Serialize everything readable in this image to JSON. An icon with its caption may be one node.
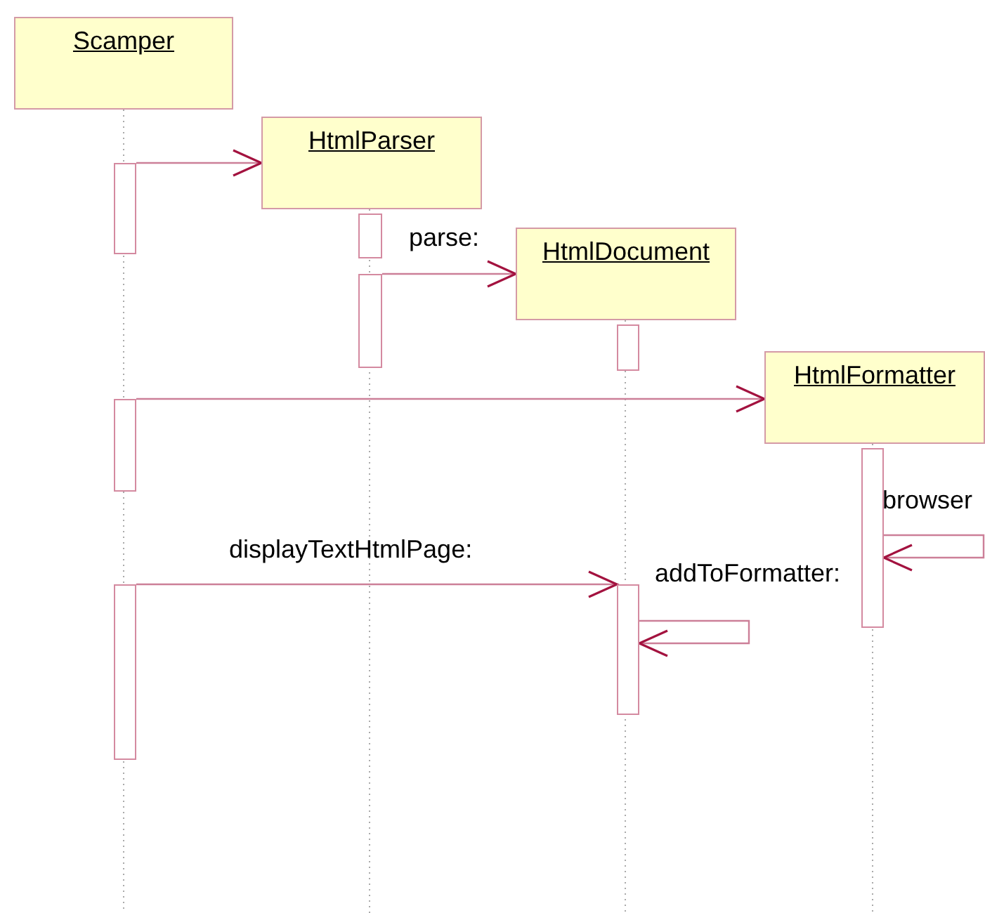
{
  "diagram": {
    "nodes": [
      {
        "text": [
          "Scamper"
        ]
      },
      {
        "text": [
          "HtmlParser"
        ]
      },
      {
        "text": [
          "HtmlDocument"
        ]
      },
      {
        "text": [
          "HtmlFormatter"
        ]
      },
      {
        "text": [],
        "shape": "bar"
      },
      {
        "text": [],
        "shape": "bar"
      },
      {
        "text": [],
        "shape": "bar"
      },
      {
        "text": [],
        "shape": "bar"
      },
      {
        "text": [],
        "shape": "bar"
      },
      {
        "text": [],
        "shape": "bar"
      },
      {
        "text": [],
        "shape": "bar"
      },
      {
        "text": [],
        "shape": "bar"
      }
    ],
    "edges": [
      {
        "from": 4,
        "to": 1,
        "arrow": "to"
      },
      {
        "from": 6,
        "to": 2,
        "arrow": "to",
        "label": "parse:"
      },
      {
        "from": 8,
        "to": 3,
        "arrow": "to"
      },
      {
        "from": null,
        "to": 9,
        "arrow": "to",
        "label": "browser"
      },
      {
        "from": 10,
        "to": 11,
        "arrow": "to",
        "label": "displayTextHtmlPage:"
      },
      {
        "from": 11,
        "to": 11,
        "arrow": "to",
        "label": "addToFormatter:"
      }
    ]
  }
}
